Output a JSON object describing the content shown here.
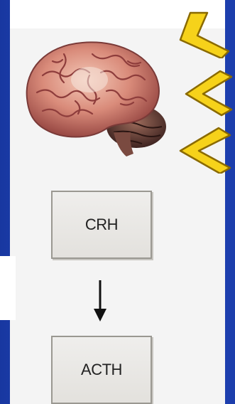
{
  "diagram": {
    "boxes": [
      {
        "label": "CRH"
      },
      {
        "label": "ACTH"
      }
    ],
    "colors": {
      "background": "#1f46bd",
      "panel": "#f4f4f4",
      "chevron": "#f6d21a",
      "chevron_outline": "#8a6a00",
      "box_border": "#9a9891"
    },
    "icons": [
      "brain-illustration",
      "chevron-left-icon",
      "arrow-down-icon"
    ]
  }
}
